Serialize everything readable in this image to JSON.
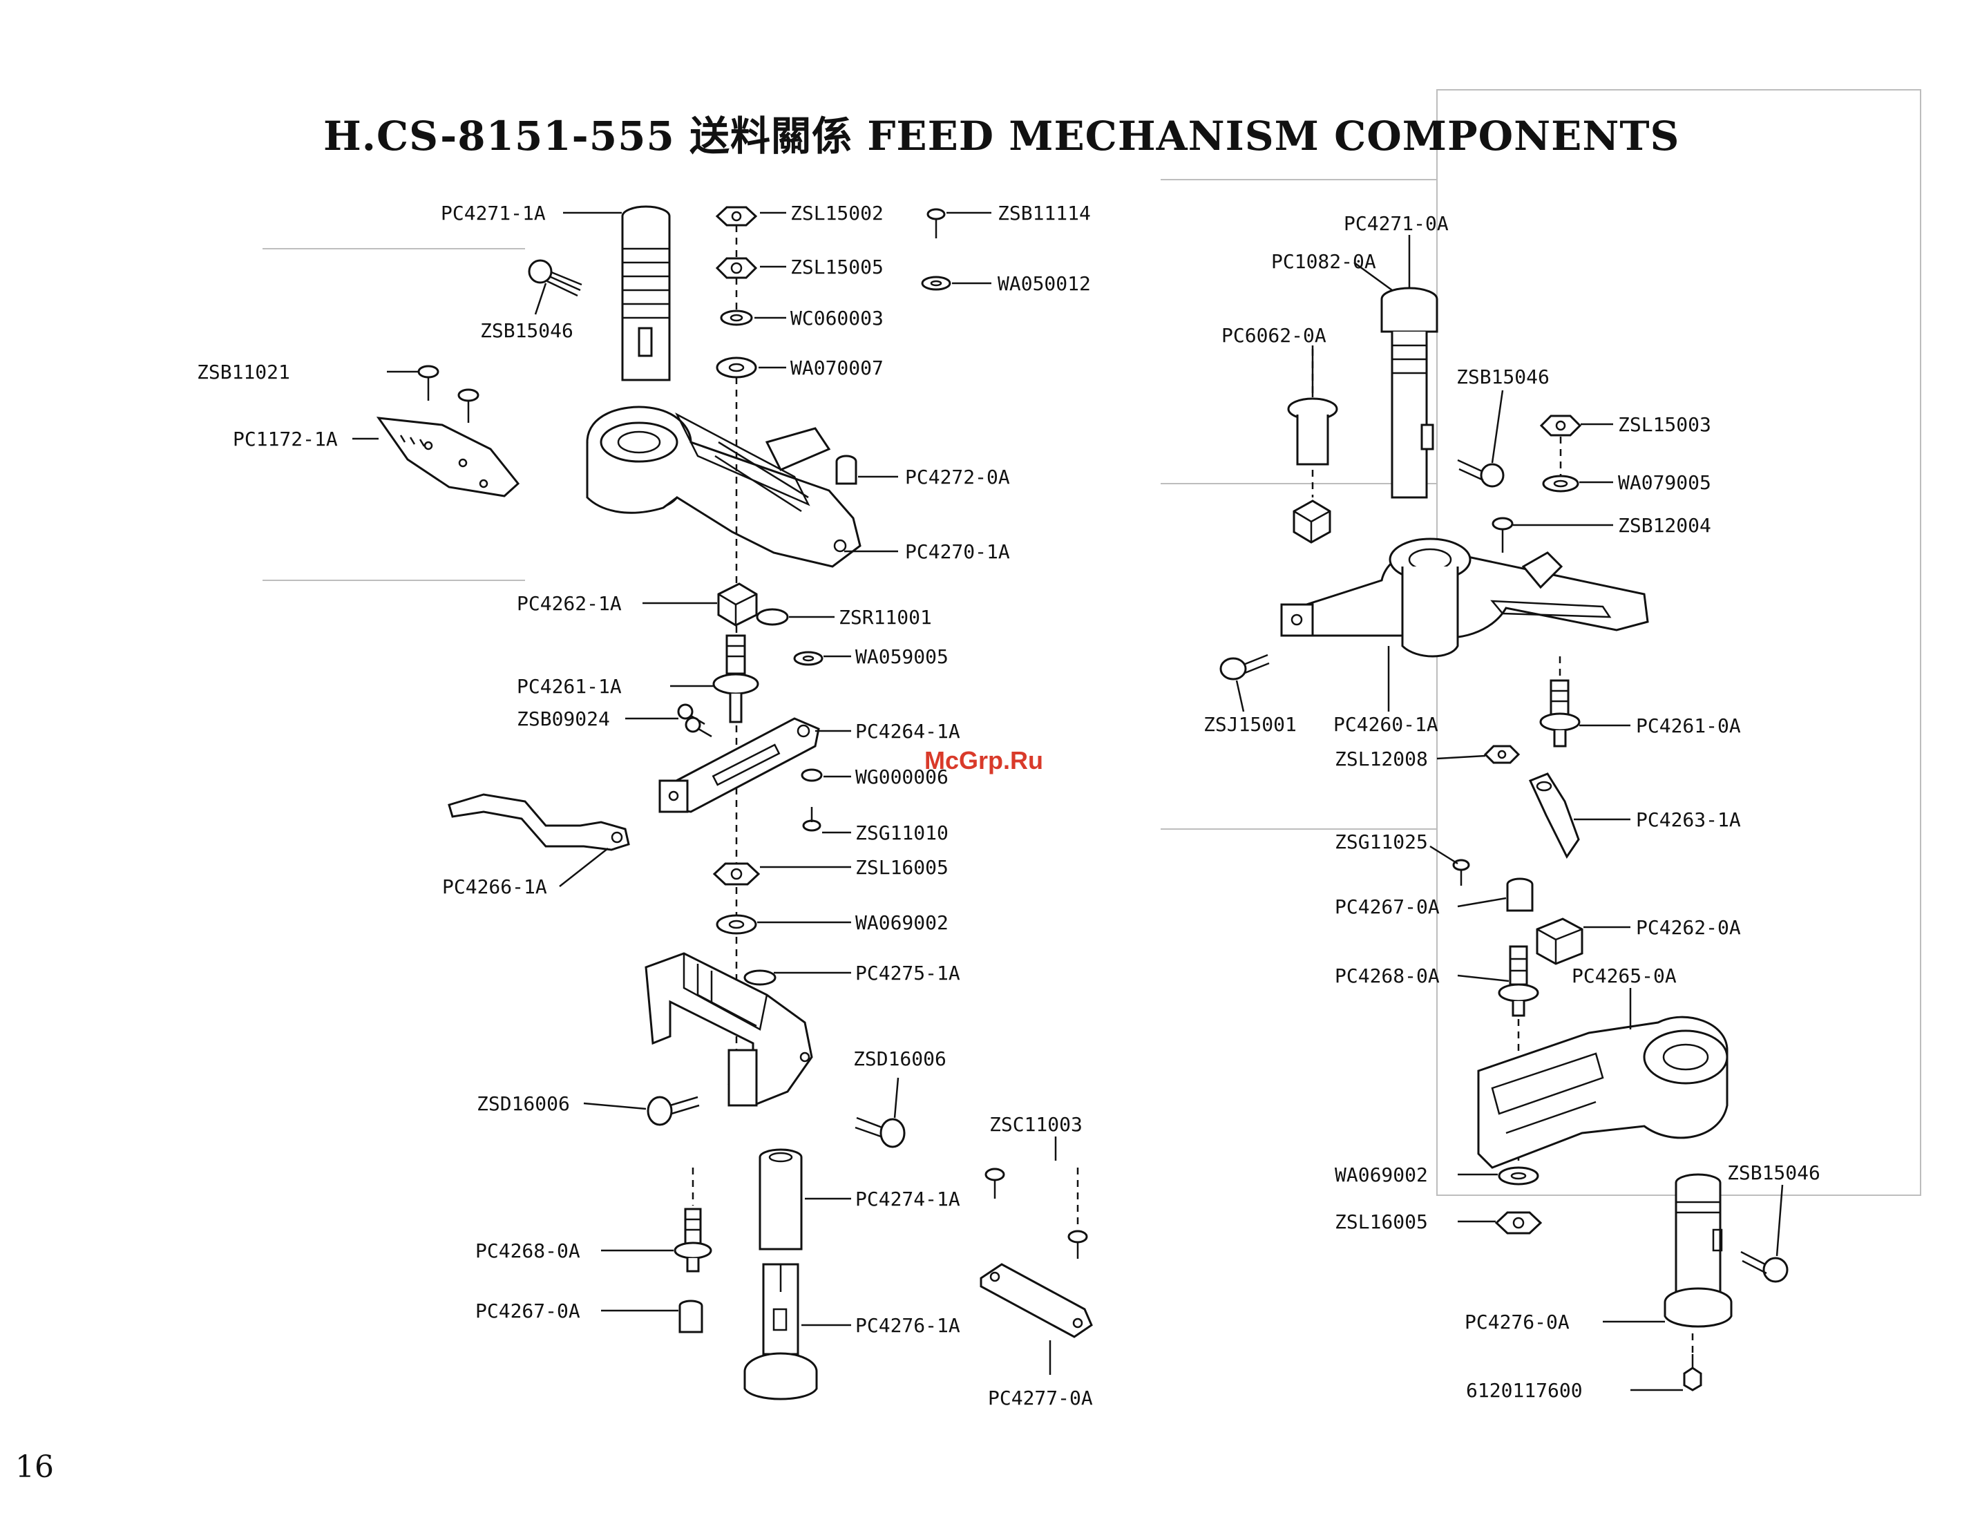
{
  "header": {
    "title": "H.CS-8151-555 送料關係 FEED MECHANISM COMPONENTS"
  },
  "page_number": "16",
  "watermark": "McGrp.Ru",
  "left_assembly": {
    "labels": [
      "PC4271-1A",
      "ZSB15046",
      "ZSB11021",
      "PC1172-1A",
      "ZSL15002",
      "ZSL15005",
      "WC060003",
      "WA070007",
      "ZSB11114",
      "WA050012",
      "PC4272-0A",
      "PC4270-1A",
      "PC4262-1A",
      "ZSR11001",
      "WA059005",
      "PC4261-1A",
      "ZSB09024",
      "PC4264-1A",
      "WG000006",
      "ZSG11010",
      "ZSL16005",
      "PC4266-1A",
      "WA069002",
      "PC4275-1A",
      "ZSD16006",
      "ZSD16006",
      "ZSC11003",
      "PC4274-1A",
      "PC4268-0A",
      "PC4267-0A",
      "PC4276-1A",
      "PC4277-0A"
    ]
  },
  "right_assembly": {
    "labels": [
      "PC4271-0A",
      "PC1082-0A",
      "PC6062-0A",
      "ZSB15046",
      "ZSL15003",
      "WA079005",
      "ZSB12004",
      "ZSJ15001",
      "PC4260-1A",
      "PC4261-0A",
      "ZSL12008",
      "PC4263-1A",
      "ZSG11025",
      "PC4267-0A",
      "PC4262-0A",
      "PC4268-0A",
      "PC4265-0A",
      "WA069002",
      "ZSB15046",
      "ZSL16005",
      "PC4276-0A",
      "6120117600"
    ]
  }
}
